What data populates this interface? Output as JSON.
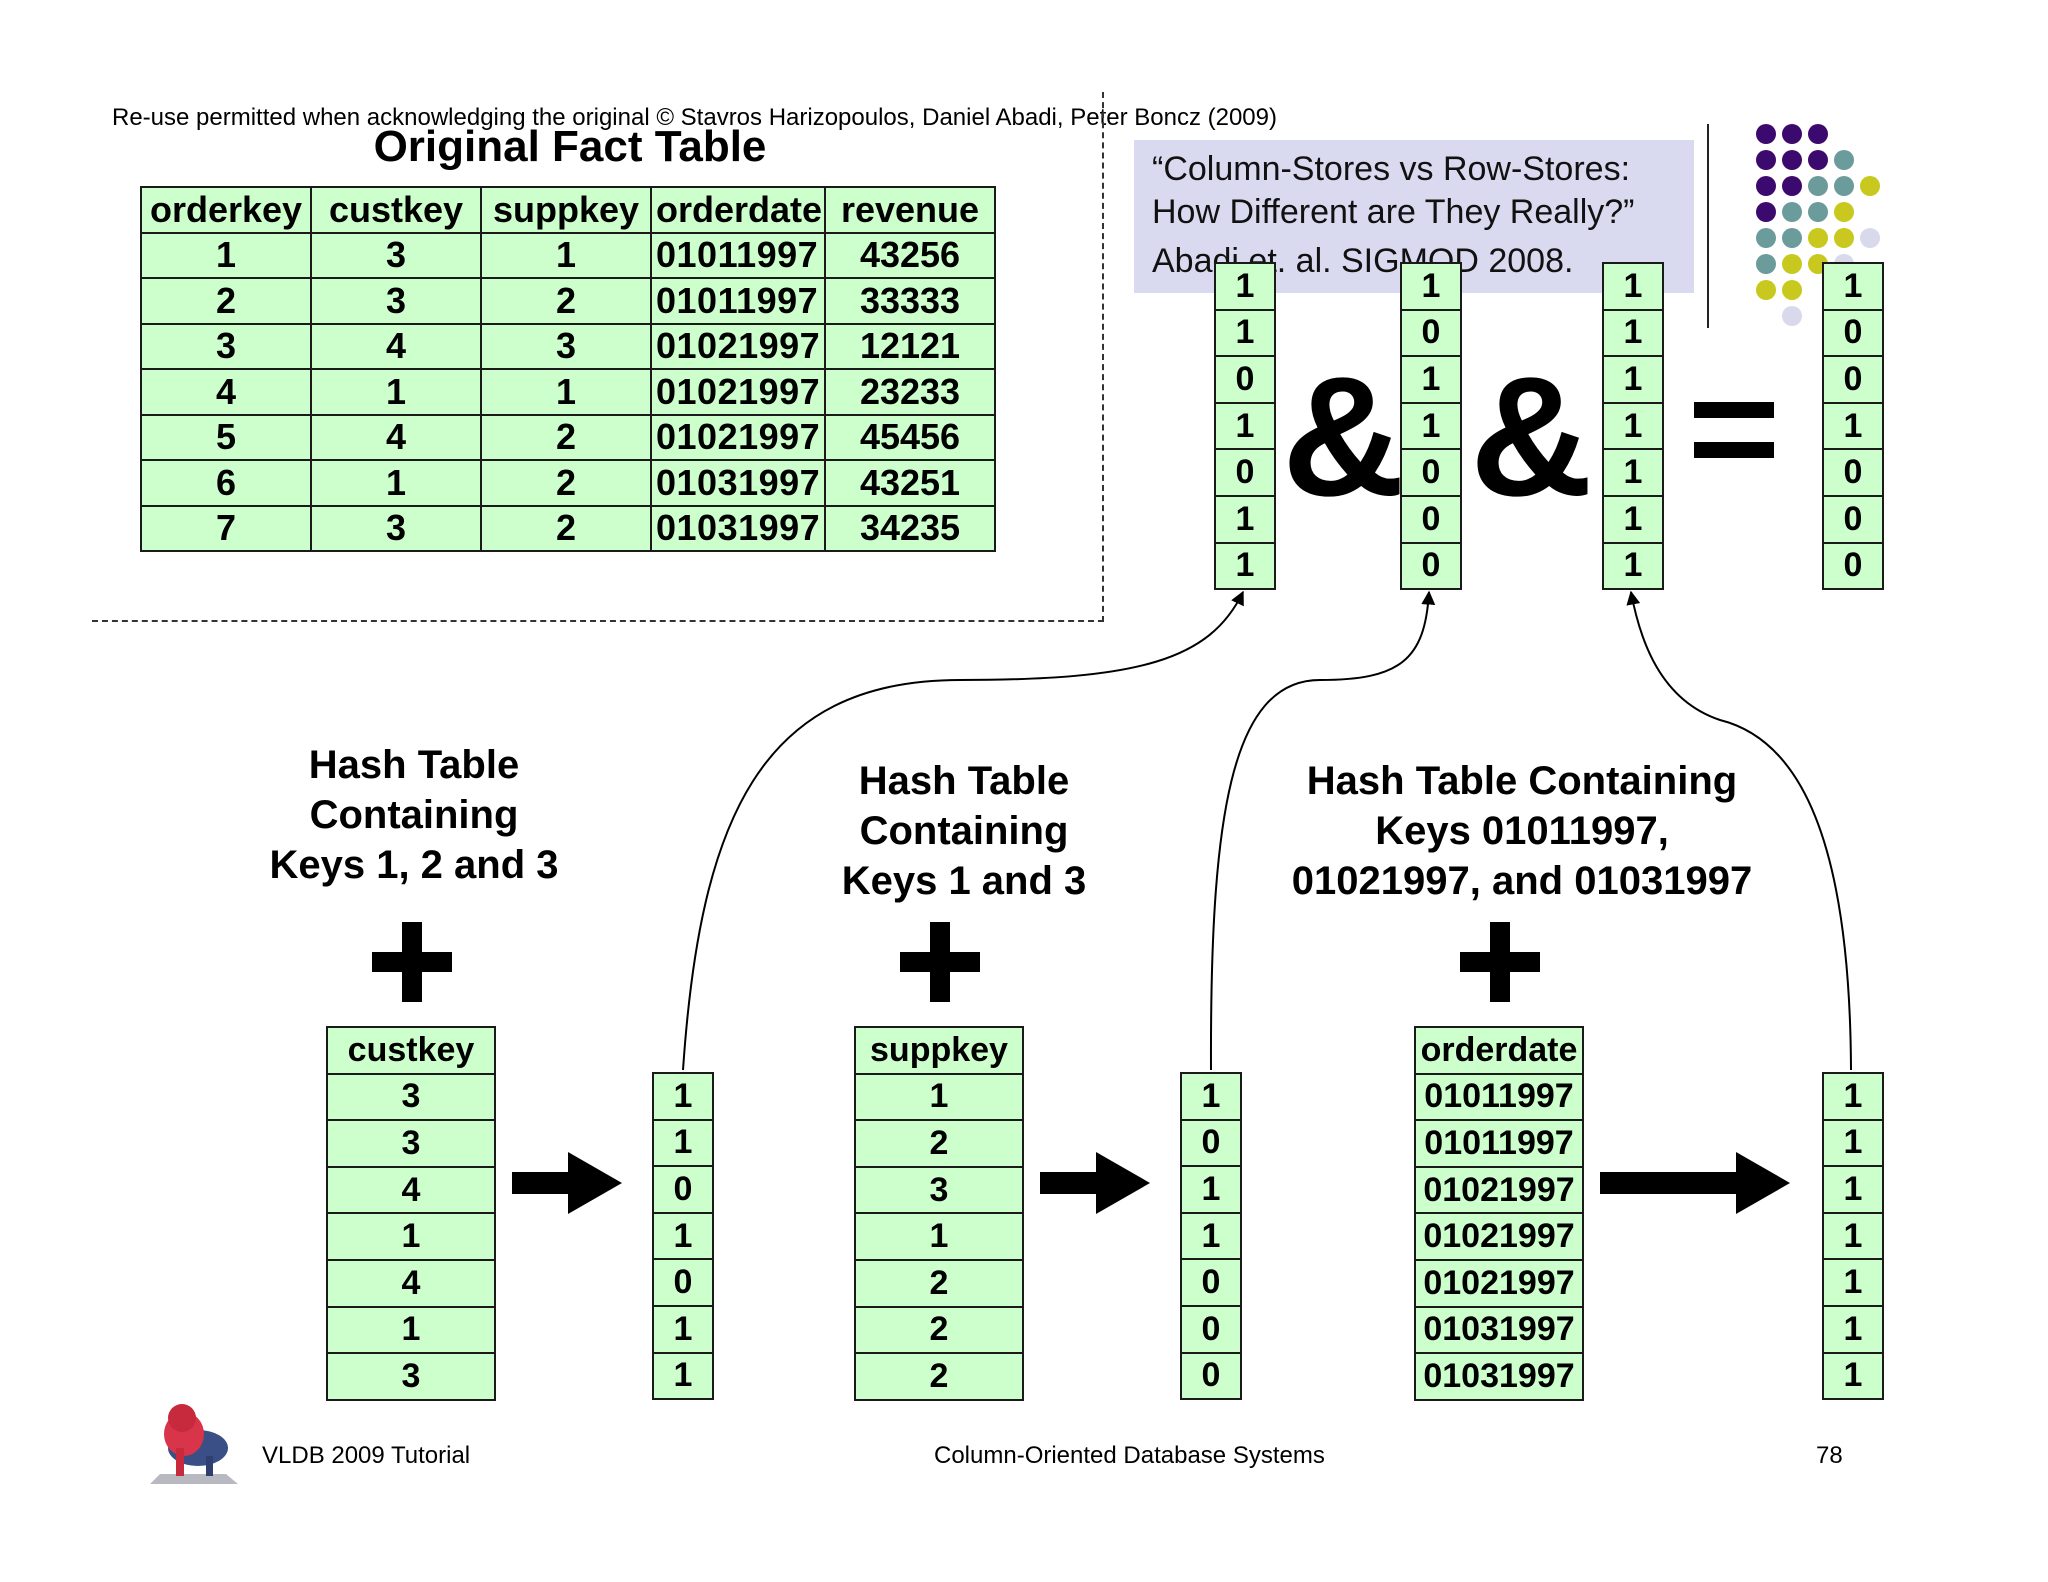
{
  "header": {
    "copyright": "Re-use permitted when acknowledging the original © Stavros Harizopoulos, Daniel Abadi, Peter Boncz (2009)",
    "title": "Original Fact Table"
  },
  "citation": {
    "line1": "“Column-Stores vs Row-Stores:",
    "line2": "How Different are They Really?”",
    "line3": "Abadi et. al. SIGMOD 2008."
  },
  "fact_table": {
    "columns": [
      "orderkey",
      "custkey",
      "suppkey",
      "orderdate",
      "revenue"
    ],
    "rows": [
      [
        "1",
        "3",
        "1",
        "01011997",
        "43256"
      ],
      [
        "2",
        "3",
        "2",
        "01011997",
        "33333"
      ],
      [
        "3",
        "4",
        "3",
        "01021997",
        "12121"
      ],
      [
        "4",
        "1",
        "1",
        "01021997",
        "23233"
      ],
      [
        "5",
        "4",
        "2",
        "01021997",
        "45456"
      ],
      [
        "6",
        "1",
        "2",
        "01031997",
        "43251"
      ],
      [
        "7",
        "3",
        "2",
        "01031997",
        "34235"
      ]
    ]
  },
  "combine": {
    "vector1": [
      "1",
      "1",
      "0",
      "1",
      "0",
      "1",
      "1"
    ],
    "vector2": [
      "1",
      "0",
      "1",
      "1",
      "0",
      "0",
      "0"
    ],
    "vector3": [
      "1",
      "1",
      "1",
      "1",
      "1",
      "1",
      "1"
    ],
    "result": [
      "1",
      "0",
      "0",
      "1",
      "0",
      "0",
      "0"
    ],
    "and_symbol": "&"
  },
  "hash_tables": [
    {
      "title": [
        "Hash Table",
        "Containing",
        "Keys 1, 2 and 3"
      ],
      "column_header": "custkey",
      "keys": [
        "3",
        "3",
        "4",
        "1",
        "4",
        "1",
        "3"
      ],
      "bits": [
        "1",
        "1",
        "0",
        "1",
        "0",
        "1",
        "1"
      ]
    },
    {
      "title": [
        "Hash Table",
        "Containing",
        "Keys 1 and 3"
      ],
      "column_header": "suppkey",
      "keys": [
        "1",
        "2",
        "3",
        "1",
        "2",
        "2",
        "2"
      ],
      "bits": [
        "1",
        "0",
        "1",
        "1",
        "0",
        "0",
        "0"
      ]
    },
    {
      "title": [
        "Hash Table Containing",
        "Keys 01011997,",
        "01021997, and 01031997"
      ],
      "column_header": "orderdate",
      "keys": [
        "01011997",
        "01011997",
        "01021997",
        "01021997",
        "01021997",
        "01031997",
        "01031997"
      ],
      "bits": [
        "1",
        "1",
        "1",
        "1",
        "1",
        "1",
        "1"
      ]
    }
  ],
  "footer": {
    "left": "VLDB 2009 Tutorial",
    "center": "Column-Oriented Database Systems",
    "page": "78"
  },
  "colors": {
    "cell_green": "#ccffcc",
    "cite_box": "#d9d9ef",
    "dot_purple": "#3c0a6e",
    "dot_teal": "#6b9b9b",
    "dot_yellow": "#c8c81e",
    "dot_lavender": "#d9d9ec"
  }
}
